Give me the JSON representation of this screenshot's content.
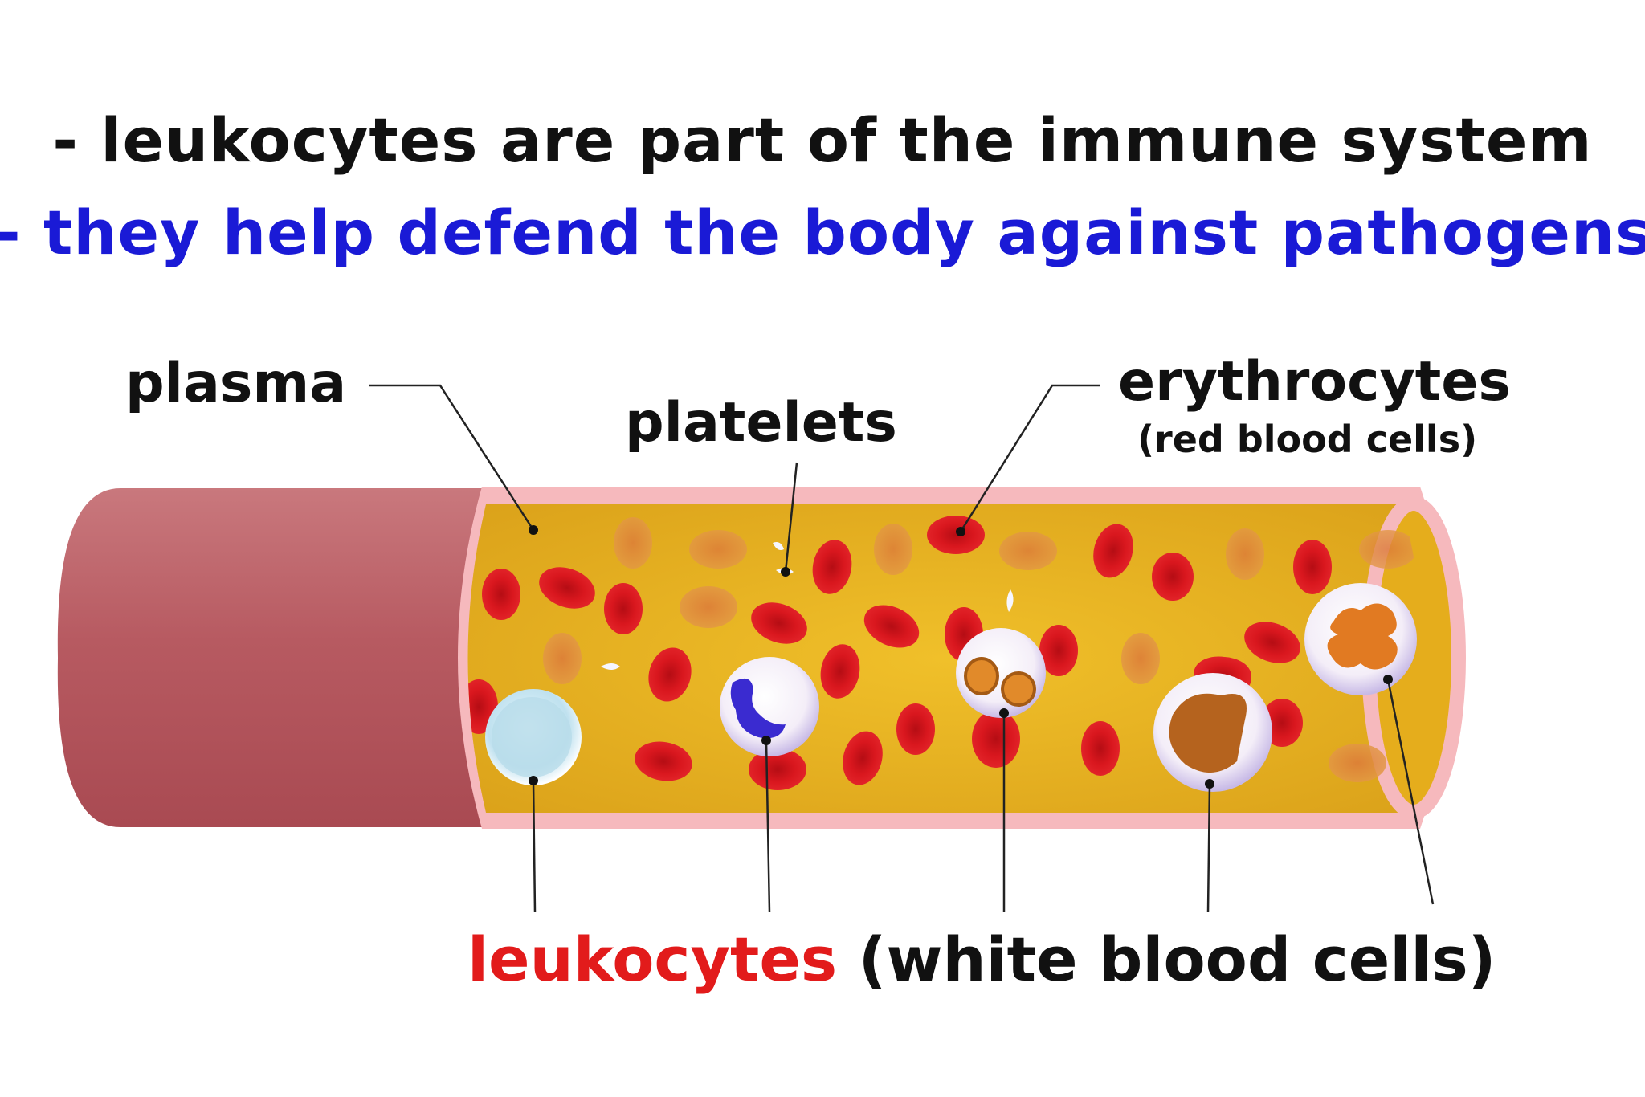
{
  "heading": {
    "line1": "- leukocytes are part of the immune system",
    "line2": "- they help defend the body against pathogens"
  },
  "labels": {
    "plasma": "plasma",
    "platelets": "platelets",
    "erythrocytes": "erythrocytes",
    "erythrocytes_sub": "(red blood cells)",
    "leukocytes": "leukocytes",
    "leukocytes_sub": " (white blood cells)"
  },
  "colors": {
    "line1": "#111111",
    "line2": "#1a1ad6",
    "leukocytes_word": "#e21b1b",
    "vessel_wall": "#b8555c",
    "plasma": "#e9b520",
    "red_cell": "#d8141c"
  }
}
